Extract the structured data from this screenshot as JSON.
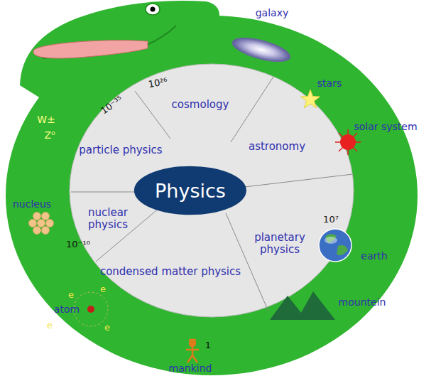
{
  "diagram": {
    "nodes": [
      {
        "text": [
          "Physics"
        ]
      }
    ],
    "labels": [
      "cosmology",
      "astronomy",
      "planetary physics",
      "condensed matter physics",
      "nuclear physics",
      "particle physics",
      "galaxy",
      "stars",
      "solar system",
      "10⁷",
      "earth",
      "mountein",
      "1",
      "mankind",
      "atom",
      "e",
      "e",
      "e",
      "e",
      "10⁻¹⁰",
      "nucleus",
      "W±",
      "Z⁰",
      "10⁻³⁵",
      "10²⁶"
    ]
  }
}
